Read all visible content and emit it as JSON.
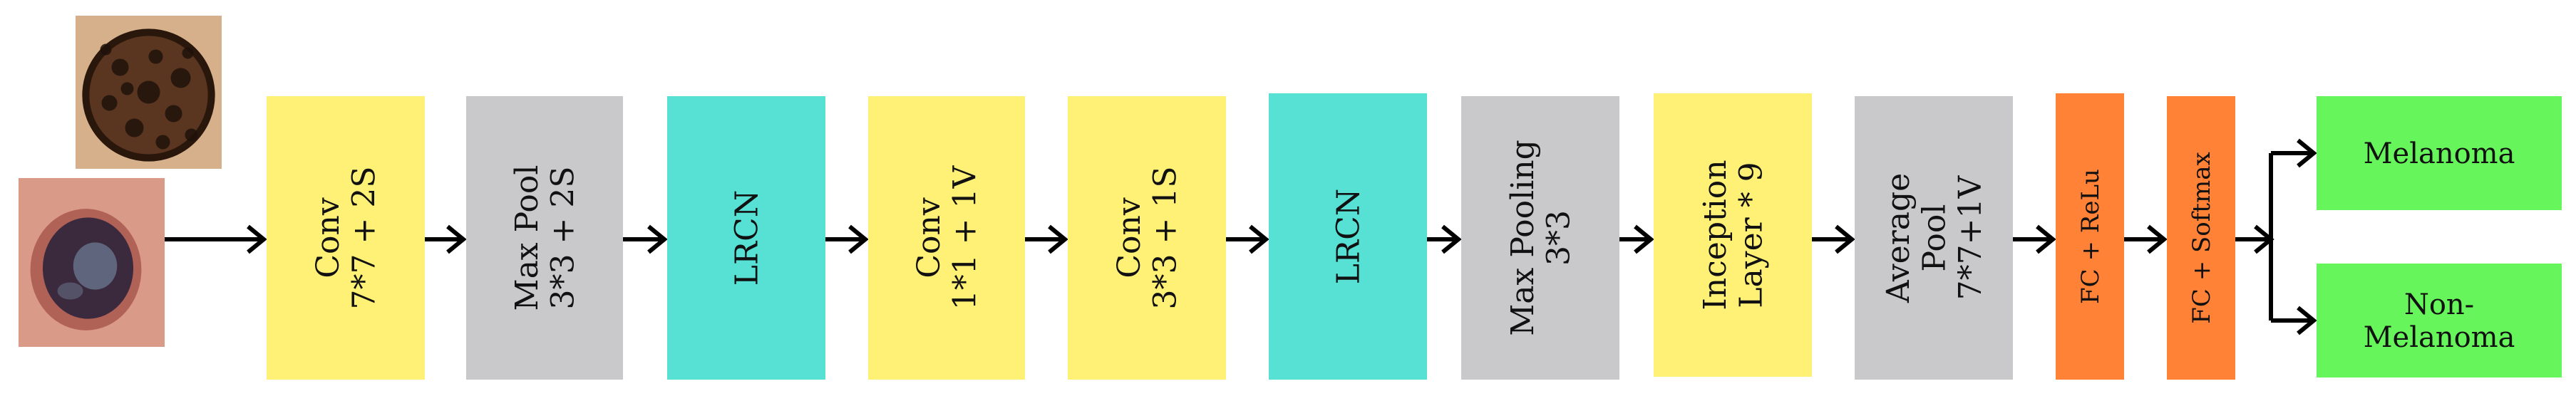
{
  "input_images": [
    {
      "name": "lesion-image-1",
      "colors": {
        "bg": "#d5b08a",
        "lesion": "#5a3520",
        "spots": "#1f120b"
      }
    },
    {
      "name": "lesion-image-2",
      "colors": {
        "bg": "#d99a87",
        "lesion": "#3b2a3d",
        "spots": "#6b7a92"
      }
    }
  ],
  "stages": [
    {
      "id": "conv1",
      "lines": [
        "Conv",
        "7*7 + 2S"
      ],
      "color": "#fff176"
    },
    {
      "id": "maxpool1",
      "lines": [
        "Max Pool",
        "3*3 + 2S"
      ],
      "color": "#c9c9cb"
    },
    {
      "id": "lrcn1",
      "lines": [
        "LRCN"
      ],
      "color": "#57e1d5"
    },
    {
      "id": "conv2",
      "lines": [
        "Conv",
        "1*1 + 1V"
      ],
      "color": "#fff176"
    },
    {
      "id": "conv3",
      "lines": [
        "Conv",
        "3*3 + 1S"
      ],
      "color": "#fff176"
    },
    {
      "id": "lrcn2",
      "lines": [
        "LRCN"
      ],
      "color": "#57e1d5"
    },
    {
      "id": "maxpool2",
      "lines": [
        "Max Pooling",
        "3*3"
      ],
      "color": "#c9c9cb"
    },
    {
      "id": "inception",
      "lines": [
        "Inception",
        "Layer * 9"
      ],
      "color": "#fff176"
    },
    {
      "id": "avgpool",
      "lines": [
        "Average",
        "Pool",
        "7*7+1V"
      ],
      "color": "#c9c9cb"
    },
    {
      "id": "fc-relu",
      "lines": [
        "FC + ReLu"
      ],
      "color": "#ff8236"
    },
    {
      "id": "fc-softmax",
      "lines": [
        "FC + Softmax"
      ],
      "color": "#ff8236"
    }
  ],
  "outputs": [
    {
      "id": "melanoma",
      "lines": [
        "Melanoma"
      ],
      "color": "#66f55a"
    },
    {
      "id": "non-melanoma",
      "lines": [
        "Non-",
        "Melanoma"
      ],
      "color": "#66f55a"
    }
  ],
  "arrow_color": "#000000"
}
